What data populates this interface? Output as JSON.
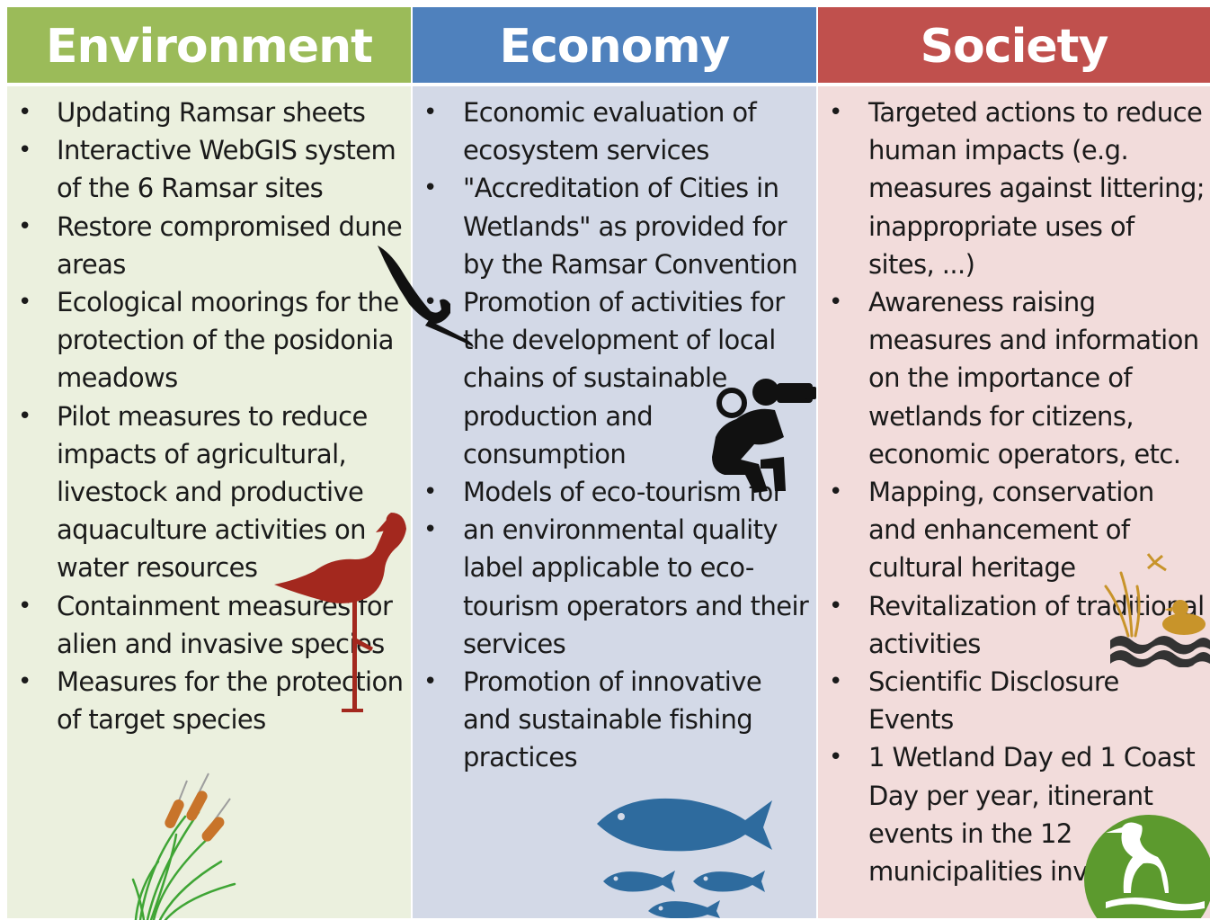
{
  "columns": [
    {
      "title": "Environment",
      "color": "#9bbb59",
      "items": [
        "Updating Ramsar sheets",
        "Interactive WebGIS system of the 6 Ramsar sites",
        "Restore compromised dune areas",
        "Ecological moorings for the protection of the posidonia meadows",
        "Pilot measures to reduce impacts of agricultural, livestock and productive aquaculture activities on water resources",
        "Containment measures for alien and invasive species",
        "Measures for the protection of target species"
      ]
    },
    {
      "title": "Economy",
      "color": "#4f81bd",
      "items": [
        "Economic evaluation of ecosystem services",
        "\"Accreditation of Cities in Wetlands\" as provided for by the Ramsar Convention",
        "Promotion of activities for the development of local chains of sustainable production and consumption",
        "Models of eco-tourism for",
        "an environmental quality label applicable to eco-tourism operators and their services",
        "Promotion of innovative and sustainable fishing practices"
      ]
    },
    {
      "title": "Society",
      "color": "#c0504d",
      "items": [
        "Targeted actions to reduce human impacts (e.g. measures against littering; inappropriate uses of sites, ...)",
        "Awareness raising measures and information on the importance of wetlands for citizens, economic operators, etc.",
        "Mapping, conservation and enhancement of cultural heritage",
        "Revitalization of traditional activities",
        "Scientific Disclosure Events",
        "1 Wetland Day ed 1 Coast Day per year, itinerant events in the 12 municipalities involved"
      ]
    }
  ],
  "icons": [
    "heron-silhouette-icon",
    "flamingo-icon",
    "cattail-reeds-icon",
    "photographer-icon",
    "fish-school-icon",
    "reeds-duck-waves-icon",
    "heron-logo-icon"
  ]
}
